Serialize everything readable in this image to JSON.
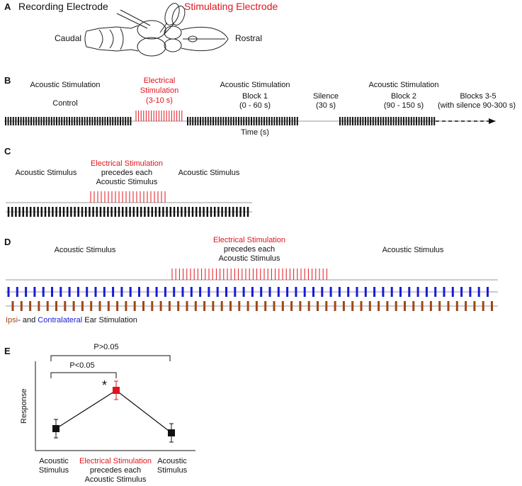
{
  "colors": {
    "electrical": "#e0141e",
    "acoustic": "#111111",
    "contralateral": "#1a1ad6",
    "ipsilateral": "#a0461a",
    "baseline": "#9a9a9a"
  },
  "panelA": {
    "letter": "A",
    "recording_electrode": "Recording Electrode",
    "stimulating_electrode": "Stimulating Electrode",
    "caudal": "Caudal",
    "rostral": "Rostral"
  },
  "panelB": {
    "letter": "B",
    "acoustic_1": "Acoustic Stimulation",
    "control": "Control",
    "electrical_line1": "Electrical",
    "electrical_line2": "Stimulation",
    "electrical_line3": "(3-10 s)",
    "acoustic_2": "Acoustic Stimulation",
    "block1": "Block 1",
    "block1_range": "(0 - 60 s)",
    "silence": "Silence",
    "silence_duration": "(30 s)",
    "acoustic_3": "Acoustic Stimulation",
    "block2": "Block 2",
    "block2_range": "(90 - 150 s)",
    "blocks35": "Blocks 3-5",
    "blocks35_note": "(with silence 90-300 s)",
    "time_axis": "Time (s)"
  },
  "panelC": {
    "letter": "C",
    "acoustic_left": "Acoustic Stimulus",
    "electrical_line1": "Electrical Stimulation",
    "electrical_line2": "precedes each",
    "electrical_line3": "Acoustic Stimulus",
    "acoustic_right": "Acoustic Stimulus"
  },
  "panelD": {
    "letter": "D",
    "acoustic_left": "Acoustic Stimulus",
    "electrical_line1": "Electrical Stimulation",
    "electrical_line2": "precedes each",
    "electrical_line3": "Acoustic Stimulus",
    "acoustic_right": "Acoustic Stimulus",
    "legend_ipsi": "Ipsi",
    "legend_and": "- and ",
    "legend_contra": "Contralateral",
    "legend_rest": " Ear Stimulation"
  },
  "panelE": {
    "letter": "E",
    "ylabel": "Response",
    "p_outer": "P>0.05",
    "p_inner": "P<0.05",
    "asterisk": "*",
    "x1_line1": "Acoustic",
    "x1_line2": "Stimulus",
    "x2_line1": "Electrical Stimulation",
    "x2_line2": "precedes each",
    "x2_line3": "Acoustic Stimulus",
    "x3_line1": "Acoustic",
    "x3_line2": "Stimulus"
  }
}
